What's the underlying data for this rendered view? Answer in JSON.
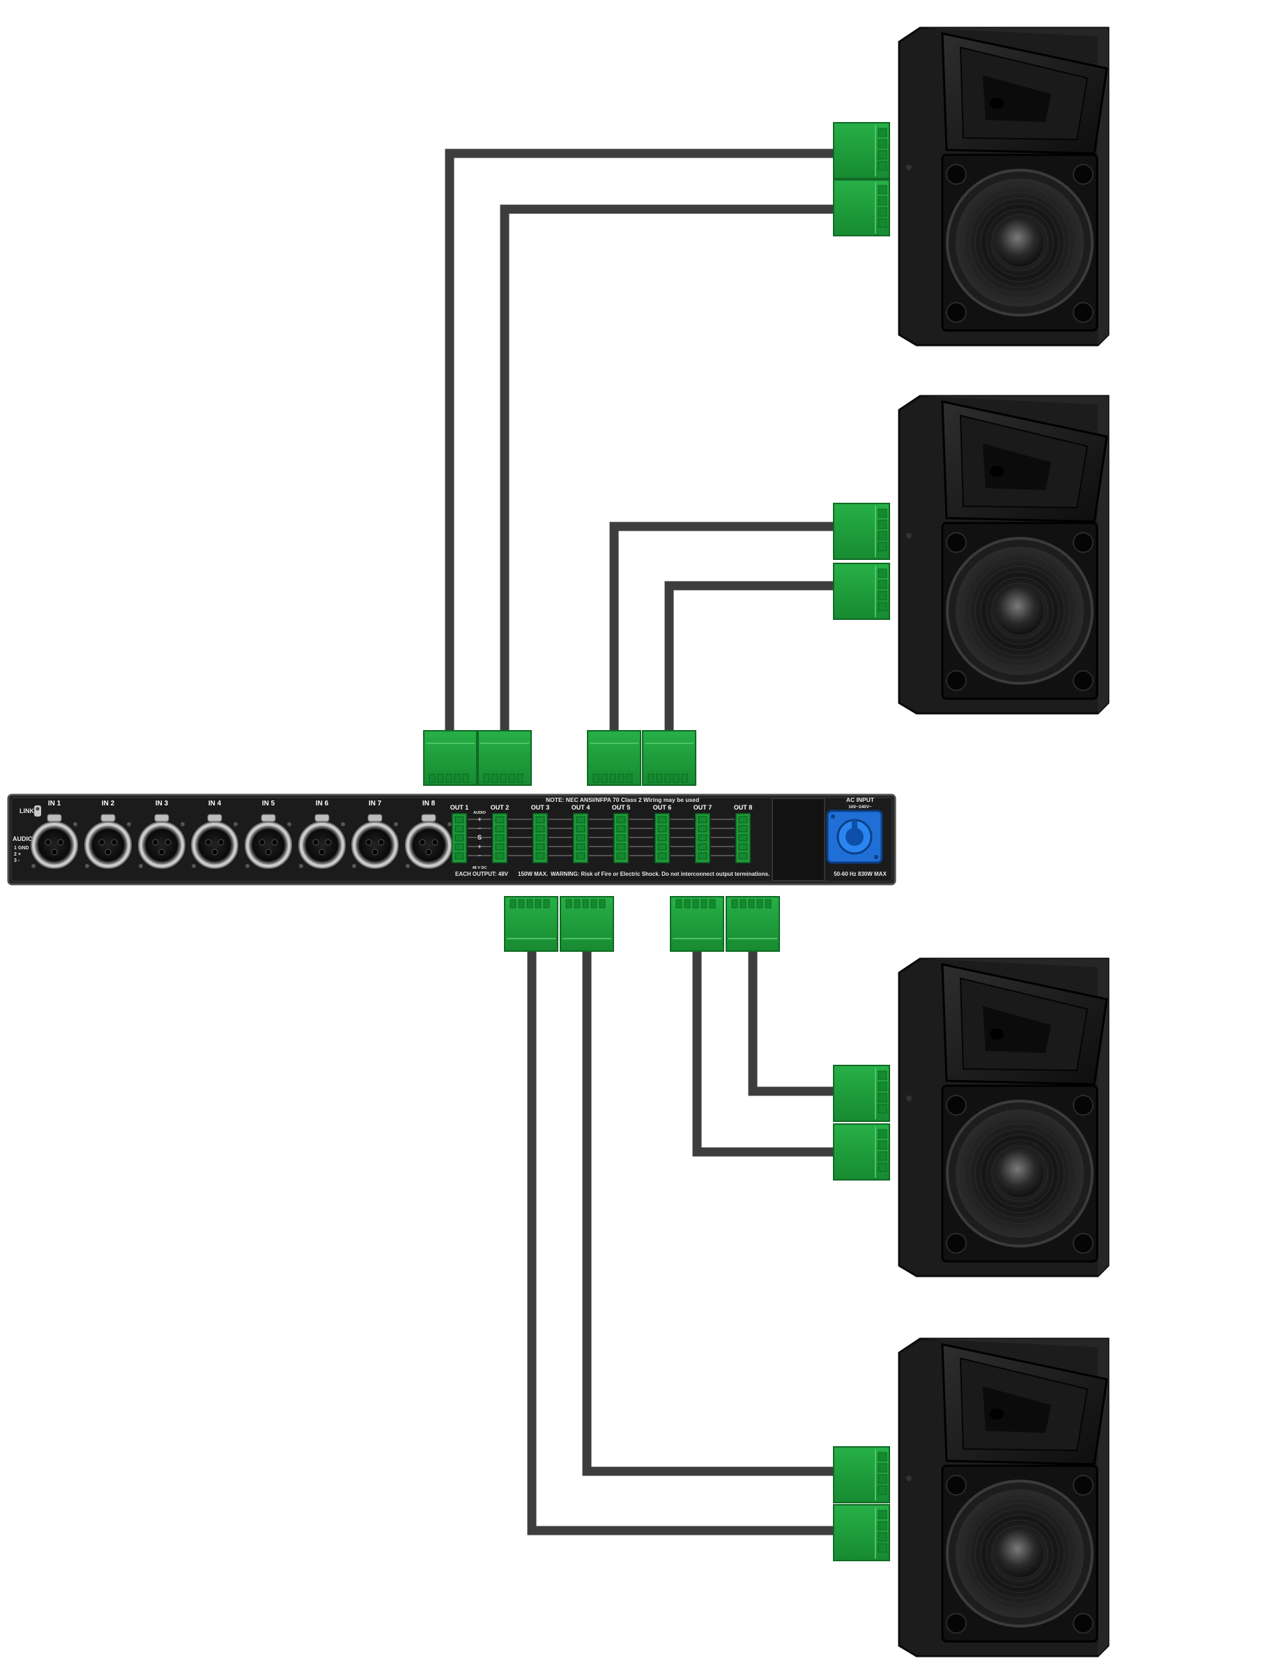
{
  "colors": {
    "cable": "#3d3d3d",
    "connector": "#1e9b3a",
    "connector_dark": "#0f6a24",
    "rack_body": "#1b1b1b",
    "speaker_body": "#1c1c1c",
    "ac_inlet": "#1f6fd6"
  },
  "amplifier": {
    "link_label": "LINK",
    "audio_label": "AUDIO",
    "pin_legend": [
      "1 GND",
      "2  +",
      "3  -"
    ],
    "inputs": [
      "IN 1",
      "IN 2",
      "IN 3",
      "IN 4",
      "IN 5",
      "IN 6",
      "IN 7",
      "IN 8"
    ],
    "outputs": [
      "OUT 1",
      "OUT 2",
      "OUT 3",
      "OUT 4",
      "OUT 5",
      "OUT 6",
      "OUT 7",
      "OUT 8"
    ],
    "note": "NOTE: NEC ANSI/NFPA 70    Class 2 Wiring may be used",
    "output_rating": "EACH OUTPUT: 48V",
    "max_power": "150W MAX.",
    "warning": "WARNING: Risk of Fire or Electric Shock. Do not interconnect output terminations.",
    "ac_input_label": "AC INPUT",
    "ac_input_range": "100~240V~",
    "power_spec": "50-60 Hz  830W MAX",
    "terminal_audio": "AUDIO",
    "terminal_marks": [
      "+",
      "−",
      "S",
      "+",
      "−"
    ],
    "terminal_sub": "48 V DC"
  },
  "speakers": [
    {
      "icon": "speaker-icon"
    },
    {
      "icon": "speaker-icon"
    },
    {
      "icon": "speaker-icon"
    },
    {
      "icon": "speaker-icon"
    }
  ]
}
